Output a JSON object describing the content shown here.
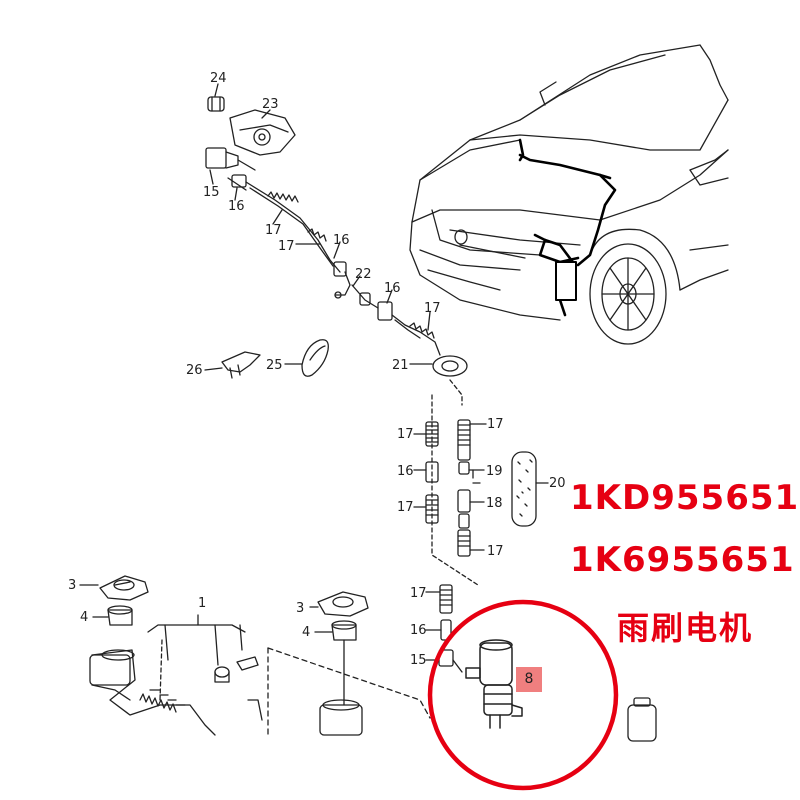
{
  "callouts": [
    {
      "id": "c24",
      "text": "24"
    },
    {
      "id": "c23",
      "text": "23"
    },
    {
      "id": "c15a",
      "text": "15"
    },
    {
      "id": "c16a",
      "text": "16"
    },
    {
      "id": "c17a",
      "text": "17"
    },
    {
      "id": "c17b",
      "text": "17"
    },
    {
      "id": "c16b",
      "text": "16"
    },
    {
      "id": "c22",
      "text": "22"
    },
    {
      "id": "c16c",
      "text": "16"
    },
    {
      "id": "c17c",
      "text": "17"
    },
    {
      "id": "c26",
      "text": "26"
    },
    {
      "id": "c25",
      "text": "25"
    },
    {
      "id": "c21",
      "text": "21"
    },
    {
      "id": "c17d",
      "text": "17"
    },
    {
      "id": "c17e",
      "text": "17"
    },
    {
      "id": "c16d",
      "text": "16"
    },
    {
      "id": "c19",
      "text": "19"
    },
    {
      "id": "c18",
      "text": "18"
    },
    {
      "id": "c20",
      "text": "20"
    },
    {
      "id": "c17f",
      "text": "17"
    },
    {
      "id": "c17g",
      "text": "17"
    },
    {
      "id": "c3a",
      "text": "3"
    },
    {
      "id": "c4a",
      "text": "4"
    },
    {
      "id": "c1",
      "text": "1"
    },
    {
      "id": "c3b",
      "text": "3"
    },
    {
      "id": "c4b",
      "text": "4"
    },
    {
      "id": "c17h",
      "text": "17"
    },
    {
      "id": "c16e",
      "text": "16"
    },
    {
      "id": "c15b",
      "text": "15"
    }
  ],
  "part_numbers": {
    "line1": "1KD955651",
    "line2": "1K6955651",
    "line3": "雨刷电机"
  },
  "highlight_badge": "8",
  "colors": {
    "accent_red": "#e60012",
    "badge_fill": "#f07f7f",
    "line": "#222222"
  }
}
